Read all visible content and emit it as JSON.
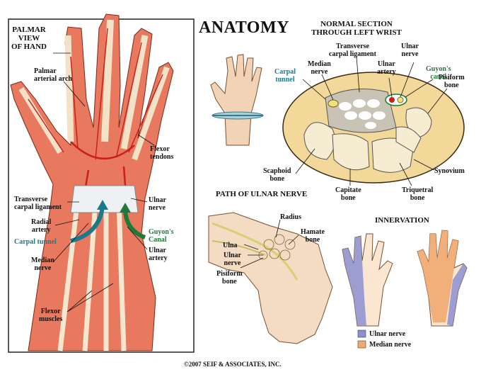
{
  "title": "ANATOMY",
  "palmar": {
    "heading": "PALMAR\nVIEW\nOF HAND",
    "labels": {
      "palmar_arch": "Palmar\narterial arch",
      "flexor_tendons": "Flexor\ntendons",
      "transverse_ligament": "Transverse\ncarpal ligament",
      "ulnar_nerve": "Ulnar\nnerve",
      "radial_artery": "Radial\nartery",
      "carpal_tunnel": "Carpal tunnel",
      "guyons_canal": "Guyon's\nCanal",
      "ulnar_artery": "Ulnar\nartery",
      "median_nerve": "Median\nnerve",
      "flexor_muscles": "Flexor\nmuscles"
    }
  },
  "section": {
    "heading": "NORMAL SECTION\nTHROUGH LEFT WRIST",
    "labels": {
      "transverse_ligament": "Transverse\ncarpal ligament",
      "ulnar_nerve": "Ulnar\nnerve",
      "median_nerve": "Median\nnerve",
      "ulnar_artery": "Ulnar\nartery",
      "guyons_canal": "Guyon's\ncanal",
      "carpal_tunnel": "Carpal\ntunnel",
      "pisiform": "Pisiform\nbone",
      "scaphoid": "Scaphoid\nbone",
      "synovium": "Synovium",
      "capitate": "Capitate\nbone",
      "triquetral": "Triquetral\nbone"
    }
  },
  "path": {
    "heading": "PATH OF ULNAR NERVE",
    "labels": {
      "radius": "Radius",
      "hamate": "Hamate\nbone",
      "ulna": "Ulna",
      "ulnar_nerve": "Ulnar\nnerve",
      "pisiform": "Pisiform\nbone"
    }
  },
  "innervation": {
    "heading": "INNERVATION",
    "legend": [
      {
        "label": "Ulnar nerve",
        "color": "#8b8fd0"
      },
      {
        "label": "Median nerve",
        "color": "#f0a870"
      }
    ]
  },
  "copyright": "©2007 SEIF & ASSOCIATES, INC.",
  "colors": {
    "skin": "#f0c9a8",
    "muscle": "#e0705a",
    "artery": "#c8201a",
    "nerve_teal": "#1a7a8a",
    "guyon_green": "#1e7a3a"
  }
}
